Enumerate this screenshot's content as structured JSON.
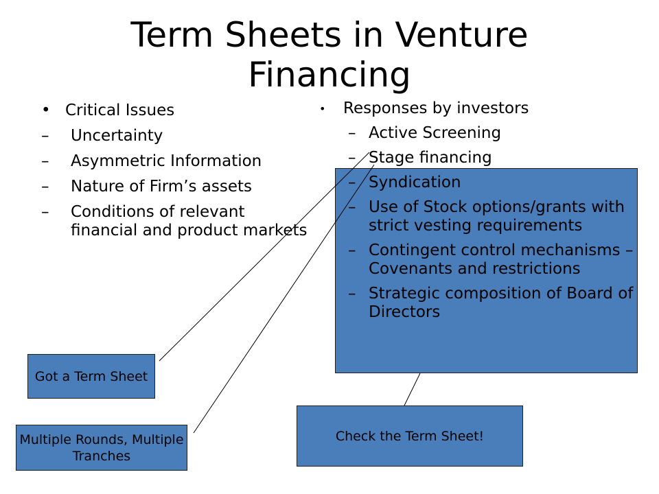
{
  "title": "Term Sheets in Venture Financing",
  "left": {
    "heading": "Critical Issues",
    "items": [
      "Uncertainty",
      "Asymmetric Information",
      "Nature of Firm’s assets",
      "Conditions of relevant financial and product markets"
    ]
  },
  "right": {
    "heading": "Responses by investors",
    "items": [
      "Active Screening",
      "Stage financing",
      "Syndication",
      "Use of Stock options/grants with strict vesting requirements",
      "Contingent control mechanisms – Covenants and restrictions",
      "Strategic composition of Board of Directors"
    ]
  },
  "callouts": {
    "term_sheet": "Got a Term Sheet",
    "rounds": "Multiple Rounds, Multiple Tranches",
    "check": "Check the Term Sheet!"
  },
  "colors": {
    "box_fill": "#4a7ebb"
  }
}
